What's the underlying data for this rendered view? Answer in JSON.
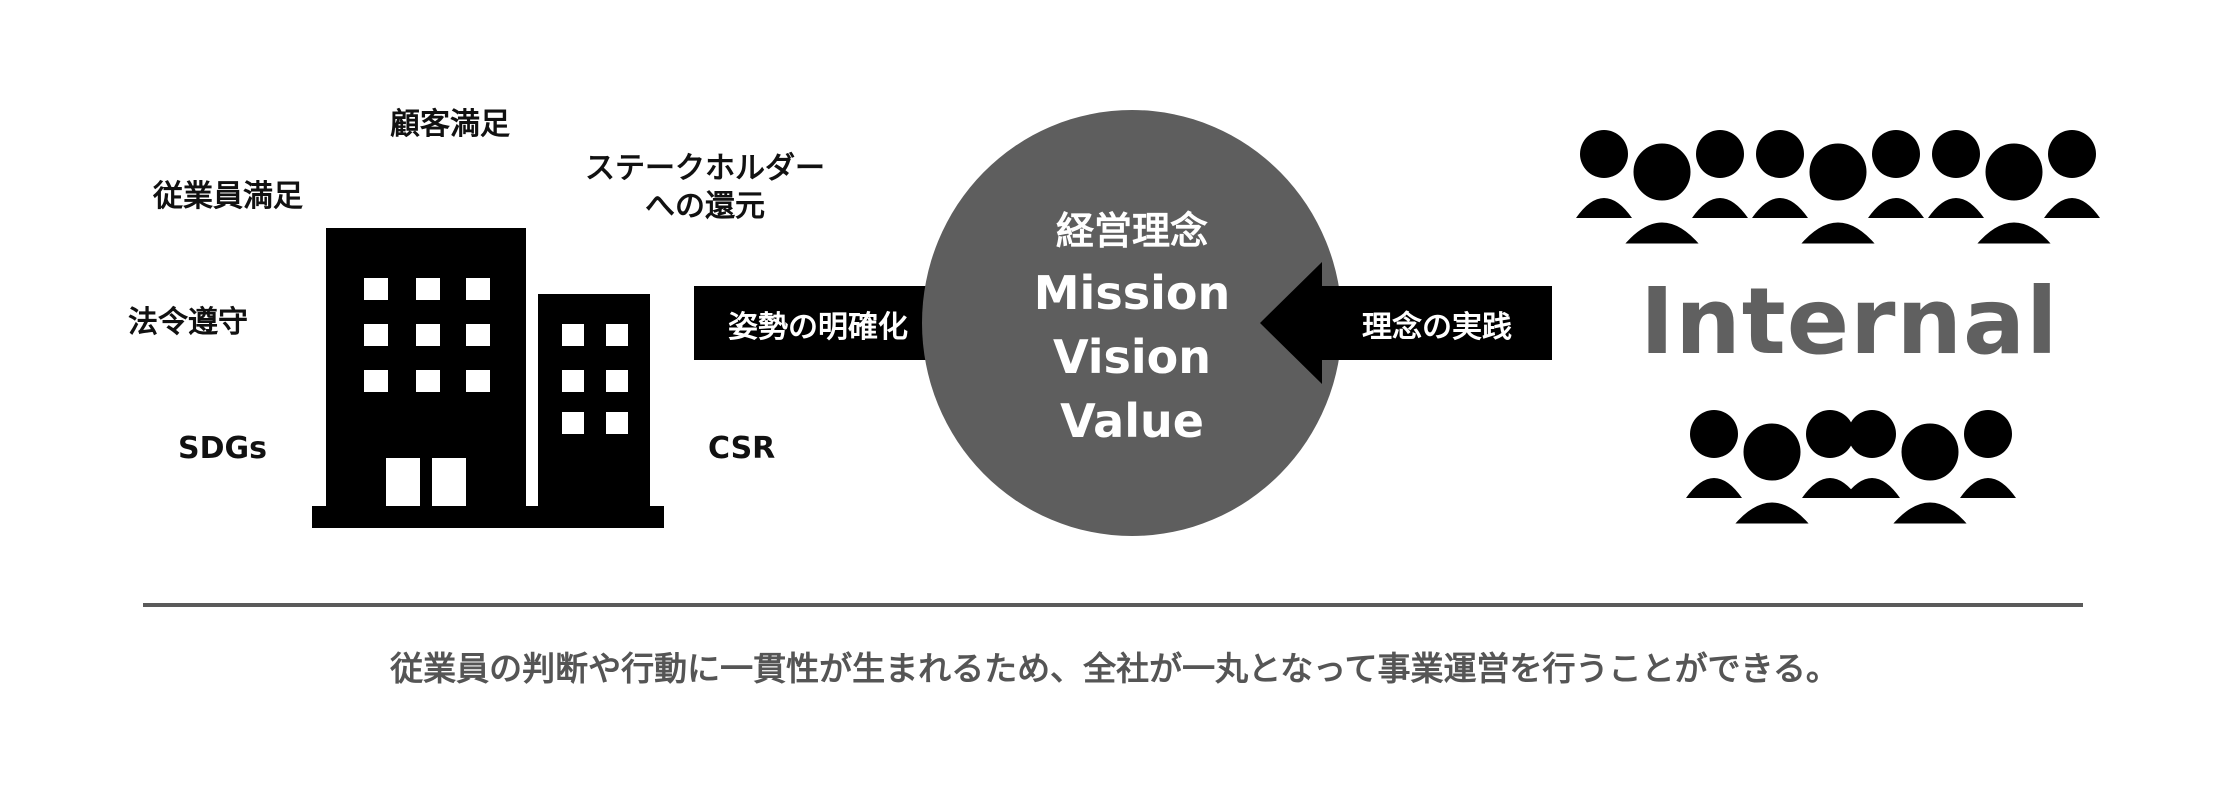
{
  "stakeholders": {
    "customer_satisfaction": "顧客満足",
    "employee_satisfaction": "従業員満足",
    "stakeholder_return_line1": "ステークホルダー",
    "stakeholder_return_line2": "への還元",
    "compliance": "法令遵守",
    "sdgs": "SDGs",
    "csr": "CSR"
  },
  "arrows": {
    "left_label": "姿勢の明確化",
    "right_label": "理念の実践"
  },
  "circle": {
    "title": "経営理念",
    "line1": "Mission",
    "line2": "Vision",
    "line3": "Value"
  },
  "internal": {
    "label": "Internal"
  },
  "footer": {
    "text": "従業員の判断や行動に一貫性が生まれるため、全社が一丸となって事業運営を行うことができる。"
  },
  "colors": {
    "circle": "#5e5e5e",
    "arrow": "#000000",
    "divider": "#5a5a5a",
    "footer_text": "#555555",
    "internal_text": "#606060"
  },
  "icons": {
    "building": "building-icon",
    "people": "people-group-icon"
  }
}
